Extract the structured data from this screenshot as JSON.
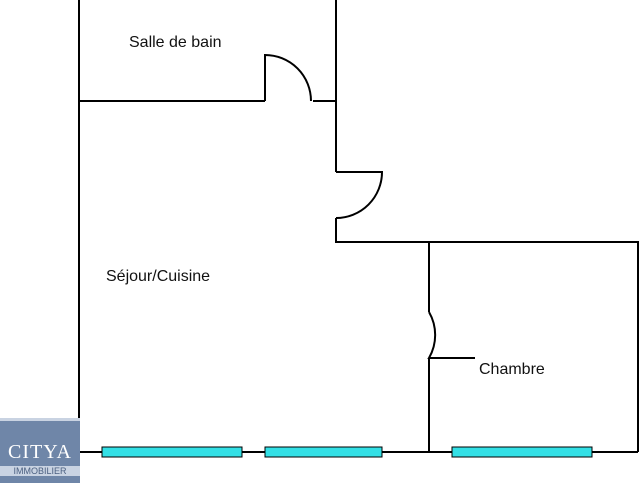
{
  "rooms": {
    "bathroom": "Salle de bain",
    "living": "Séjour/Cuisine",
    "bedroom": "Chambre"
  },
  "logo": {
    "name": "CITYA",
    "subtitle": "IMMOBILIER"
  },
  "colors": {
    "wall": "#000000",
    "window": "#33e0e6",
    "logo_bg": "#6f86a8"
  }
}
